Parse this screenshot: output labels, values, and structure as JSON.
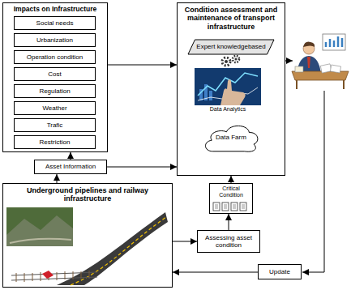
{
  "diagram": {
    "nodes": [
      {
        "text": [
          "Impacts on Infrastructure"
        ]
      },
      {
        "text": [
          "Social needs"
        ],
        "in": 0
      },
      {
        "text": [
          "Urbanization"
        ],
        "in": 0
      },
      {
        "text": [
          "Operation condition"
        ],
        "in": 0
      },
      {
        "text": [
          "Cost"
        ],
        "in": 0
      },
      {
        "text": [
          "Regulation"
        ],
        "in": 0
      },
      {
        "text": [
          "Weather"
        ],
        "in": 0
      },
      {
        "text": [
          "Trafic"
        ],
        "in": 0
      },
      {
        "text": [
          "Restriction"
        ],
        "in": 0
      },
      {
        "text": [
          "Asset Information"
        ]
      },
      {
        "text": [
          "Condition assessment and maintenance of transport infrastructure"
        ]
      },
      {
        "text": [
          "Expert knowledgebased"
        ],
        "in": 10
      },
      {
        "text": [
          "Data Farm"
        ],
        "in": 10
      },
      {
        "text": [
          "Critical Condition"
        ]
      },
      {
        "text": [
          "Assessing asset condition"
        ]
      },
      {
        "text": [
          "Update"
        ]
      },
      {
        "text": [
          "Underground pipelines and railway infrastructure"
        ]
      }
    ],
    "edges": [
      {
        "from": 0,
        "to": 10,
        "arrow": "to"
      },
      {
        "from": 9,
        "to": 0,
        "arrow": "to"
      },
      {
        "from": 9,
        "to": 10,
        "arrow": "to"
      },
      {
        "from": 16,
        "to": 9,
        "arrow": "to"
      },
      {
        "from": 16,
        "to": 14,
        "arrow": "to"
      },
      {
        "from": 14,
        "to": 13,
        "arrow": "to"
      },
      {
        "from": 13,
        "to": 10,
        "arrow": "to"
      },
      {
        "from": 15,
        "to": 16,
        "arrow": "to"
      }
    ],
    "labels": [
      "Data Analytics"
    ]
  }
}
